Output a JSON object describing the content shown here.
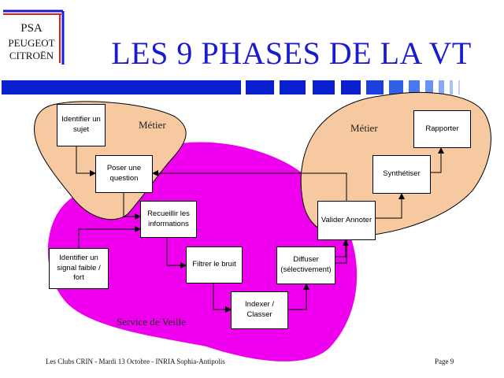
{
  "logo": {
    "line1": "PSA",
    "line2": "PEUGEOT",
    "line3": "CITROËN"
  },
  "title": "LES 9 PHASES DE LA VT",
  "colors": {
    "title": "#1a1ad0",
    "bar": "#0a1fd0",
    "metier_zone": "#f6c9a0",
    "veille_zone": "#ee00ee"
  },
  "zones": {
    "metier_left": "Métier",
    "metier_right": "Métier",
    "service": "Service de Veille"
  },
  "boxes": {
    "identifier_sujet": "Identifier un sujet",
    "poser_question": "Poser une question",
    "recueillir": "Recueillir les informations",
    "identifier_signal": "Identifier un signal faible / fort",
    "filtrer": "Filtrer le bruit",
    "indexer": "Indexer / Classer",
    "diffuser": "Diffuser (sélectivement)",
    "valider": "Valider Annoter",
    "synthetiser": "Synthétiser",
    "rapporter": "Rapporter"
  },
  "footer": {
    "left": "Les Clubs CRIN - Mardi 13 Octobre - INRIA Sophia-Antipolis",
    "page": "Page 9"
  }
}
